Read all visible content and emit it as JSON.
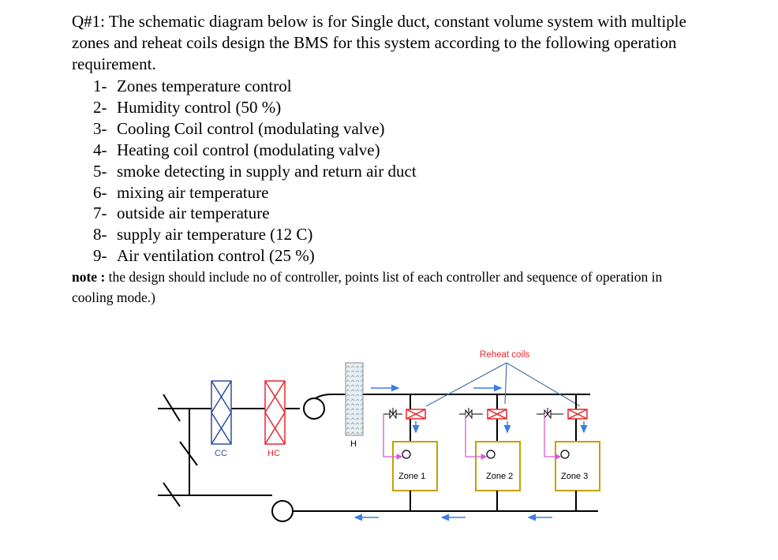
{
  "question": {
    "intro": "Q#1: The schematic diagram below is for Single duct, constant volume system with multiple zones and reheat coils design the BMS for this system according to the following operation requirement.",
    "items": [
      {
        "num": "1-",
        "text": "Zones temperature control"
      },
      {
        "num": "2-",
        "text": "Humidity control (50 %)"
      },
      {
        "num": "3-",
        "text": "Cooling Coil control (modulating valve)"
      },
      {
        "num": "4-",
        "text": "Heating coil control (modulating valve)"
      },
      {
        "num": "5-",
        "text": "smoke detecting in supply and return air duct"
      },
      {
        "num": "6-",
        "text": "mixing air temperature"
      },
      {
        "num": "7-",
        "text": "outside air temperature"
      },
      {
        "num": "8-",
        "text": "supply air temperature (12 C)"
      },
      {
        "num": "9-",
        "text": "Air ventilation control   (25 %)"
      }
    ],
    "note_label": "note :",
    "note_text": " the design should include no of controller, points list of each controller and sequence of operation in cooling mode.)"
  },
  "diagram": {
    "reheat_label": "Reheat coils",
    "cc_label": "CC",
    "hc_label": "HC",
    "h_label": "H",
    "zones": [
      "Zone 1",
      "Zone 2",
      "Zone 3"
    ],
    "colors": {
      "duct": "#000000",
      "reheat_text": "#e8262c",
      "coil_red": "#e8262c",
      "coil_blue": "#2c4fa0",
      "arrow_blue": "#3d7de6",
      "sensor_magenta": "#d65bd6",
      "zone_border": "#c8a000"
    }
  }
}
